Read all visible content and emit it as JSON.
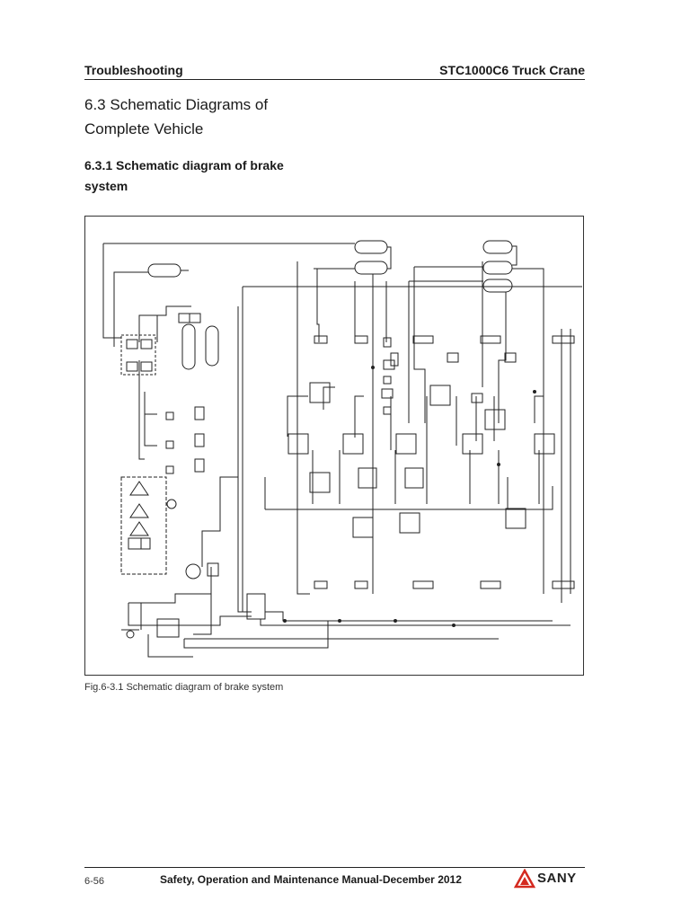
{
  "header": {
    "left": "Troubleshooting",
    "right": "STC1000C6 Truck Crane"
  },
  "section": {
    "title_line1": "6.3 Schematic Diagrams of",
    "title_line2": "Complete Vehicle"
  },
  "subsection": {
    "title_line1": "6.3.1 Schematic diagram of brake",
    "title_line2": "system"
  },
  "figure": {
    "caption": "Fig.6-3.1 Schematic diagram of brake system"
  },
  "footer": {
    "page_number": "6-56",
    "title": "Safety, Operation and Maintenance Manual-December 2012",
    "brand": "SANY",
    "brand_color": "#d42a20"
  }
}
